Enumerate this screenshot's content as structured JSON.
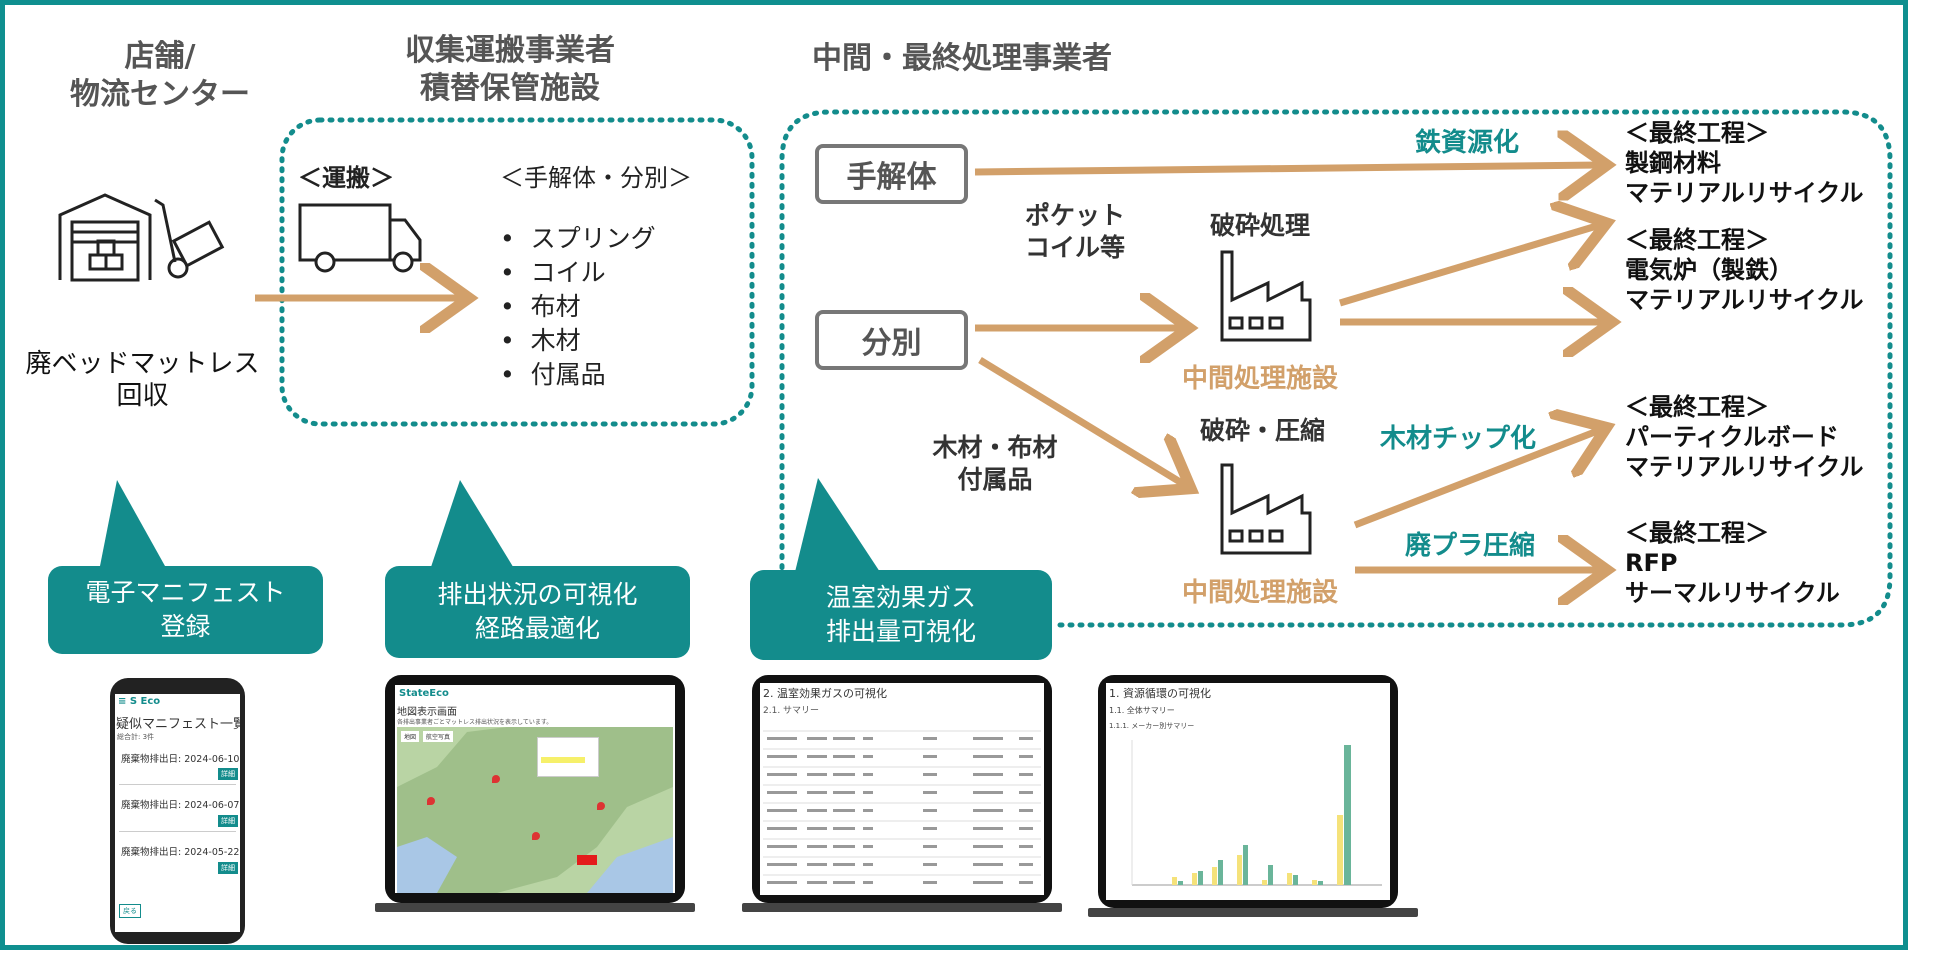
{
  "columns": {
    "store": "店舗/\n物流センター",
    "store_line1": "店舗/",
    "store_line2": "物流センター",
    "collector_line1": "収集運搬事業者",
    "collector_line2": "積替保管施設",
    "processor": "中間・最終処理事業者"
  },
  "store": {
    "caption_line1": "廃ベッドマットレス",
    "caption_line2": "回収"
  },
  "collector": {
    "transport_label": "＜運搬＞",
    "dismantle_label": "＜手解体・分別＞",
    "parts": [
      "スプリング",
      "コイル",
      "布材",
      "木材",
      "付属品"
    ]
  },
  "processing": {
    "manual_box": "手解体",
    "sort_box": "分別",
    "pocket_line1": "ポケット",
    "pocket_line2": "コイル等",
    "crush_label": "破砕処理",
    "crush_compress_label": "破砕・圧縮",
    "intermediate_facility_1": "中間処理施設",
    "intermediate_facility_2": "中間処理施設",
    "wood_line1": "木材・布材",
    "wood_line2": "付属品",
    "iron_resource": "鉄資源化",
    "wood_chip": "木材チップ化",
    "plastic_compress": "廃プラ圧縮",
    "final_steps": [
      {
        "head": "＜最終工程＞",
        "line1": "製鋼材料",
        "line2": "マテリアルリサイクル"
      },
      {
        "head": "＜最終工程＞",
        "line1": "電気炉（製鉄）",
        "line2": "マテリアルリサイクル"
      },
      {
        "head": "＜最終工程＞",
        "line1": "パーティクルボード",
        "line2": "マテリアルリサイクル"
      },
      {
        "head": "＜最終工程＞",
        "line1": "RFP",
        "line2": "サーマルリサイクル"
      }
    ]
  },
  "bubbles": [
    {
      "line1": "電子マニフェスト",
      "line2": "登録"
    },
    {
      "line1": "排出状況の可視化",
      "line2": "経路最適化"
    },
    {
      "line1": "温室効果ガス",
      "line2": "排出量可視化"
    }
  ],
  "screens": {
    "phone": {
      "title": "疑似マニフェスト一覧",
      "summary": "総合計: 3件",
      "entries": [
        {
          "label": "廃棄物排出日: 2024-06-10",
          "button": "詳細"
        },
        {
          "label": "廃棄物排出日: 2024-06-07",
          "button": "詳細"
        },
        {
          "label": "廃棄物排出日: 2024-05-22",
          "button": "詳細"
        }
      ],
      "footer_button": "戻る"
    },
    "map": {
      "brand": "StateEco",
      "title": "地図表示画面",
      "subtitle": "各排出事業者ごとマットレス排出状況を表示しています。",
      "tab1": "地図",
      "tab2": "航空写真"
    },
    "ghg": {
      "title": "2. 温室効果ガスの可視化",
      "section": "2.1. サマリー"
    },
    "recycle": {
      "title": "1. 資源循環の可視化",
      "section": "1.1. 全体サマリー",
      "subsection": "1.1.1. メーカー別サマリー"
    }
  },
  "colors": {
    "teal": "#138c8c",
    "arrow": "#d2a06a",
    "box_border": "#777777"
  }
}
